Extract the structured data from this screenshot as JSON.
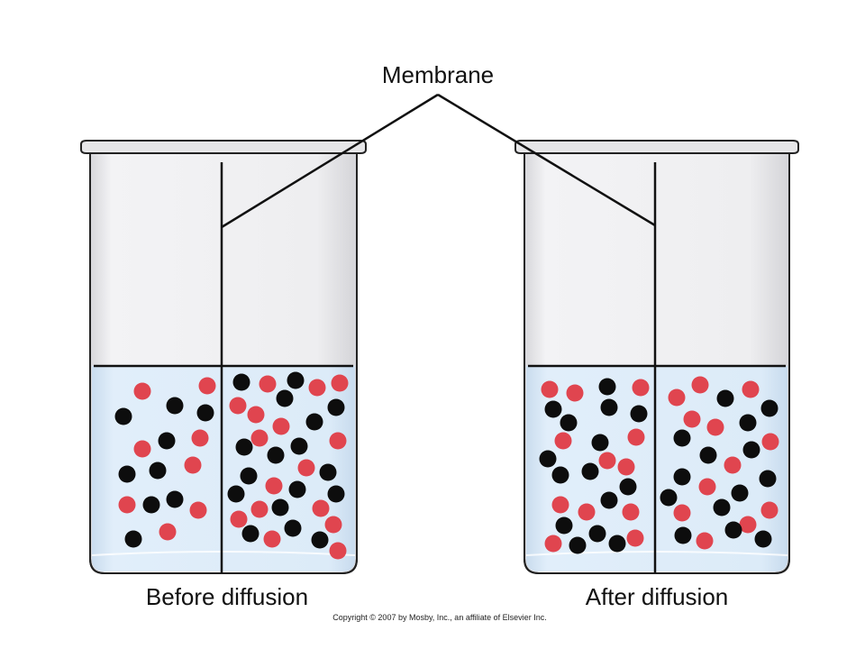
{
  "membrane_label": "Membrane",
  "before_label": "Before diffusion",
  "after_label": "After diffusion",
  "copyright": "Copyright © 2007 by Mosby, Inc., an affiliate of Elsevier Inc.",
  "colors": {
    "solute_red": "#e0454f",
    "solute_black": "#0d0d0d",
    "water": "#dcebf8",
    "glass": "#ececef",
    "outline": "#111111"
  }
}
